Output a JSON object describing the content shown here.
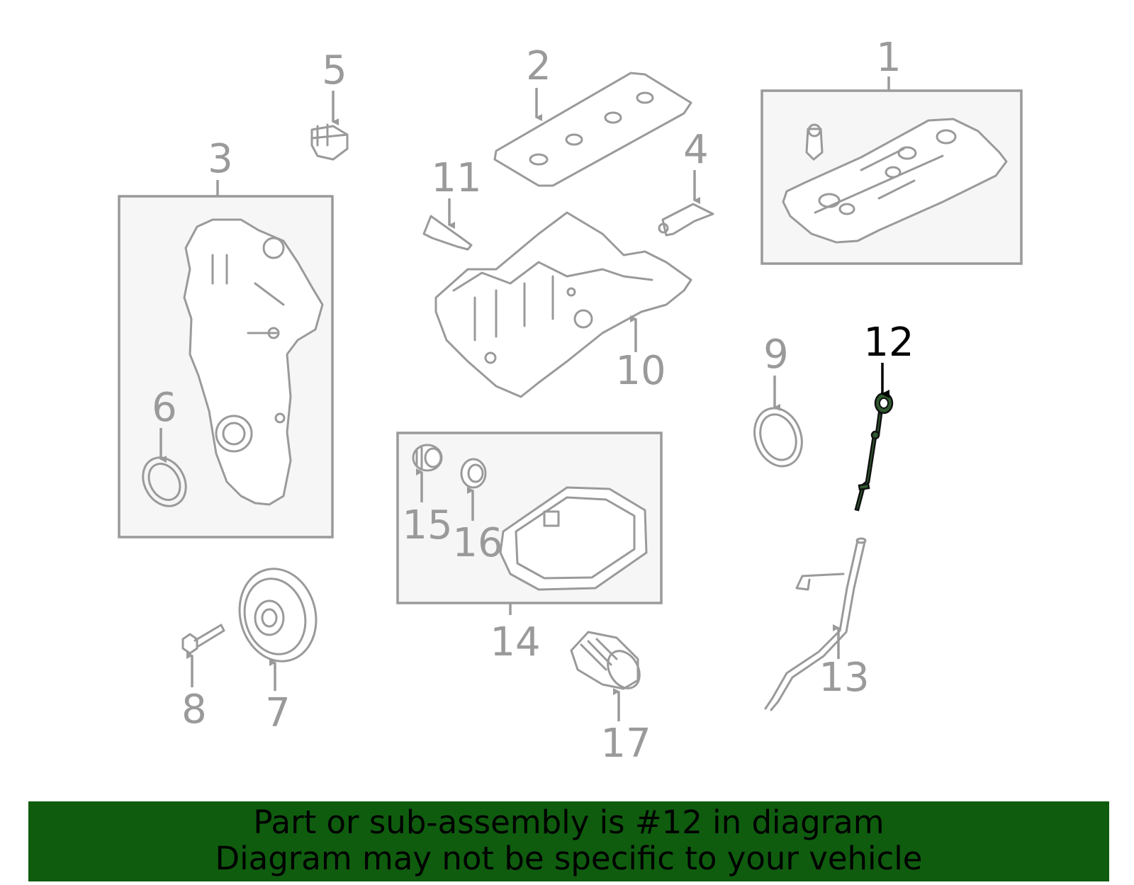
{
  "callouts": {
    "c1": "1",
    "c2": "2",
    "c3": "3",
    "c4": "4",
    "c5": "5",
    "c6": "6",
    "c7": "7",
    "c8": "8",
    "c9": "9",
    "c10": "10",
    "c11": "11",
    "c12": "12",
    "c13": "13",
    "c14": "14",
    "c15": "15",
    "c16": "16",
    "c17": "17"
  },
  "highlighted_part": "12",
  "colors": {
    "banner": "#0f5c0f",
    "line_art": "#9a9a9a",
    "highlight": "#000000"
  },
  "banner": {
    "line1": "Part or sub-assembly is #12 in diagram",
    "line2": "Diagram may not be specific to your vehicle"
  }
}
